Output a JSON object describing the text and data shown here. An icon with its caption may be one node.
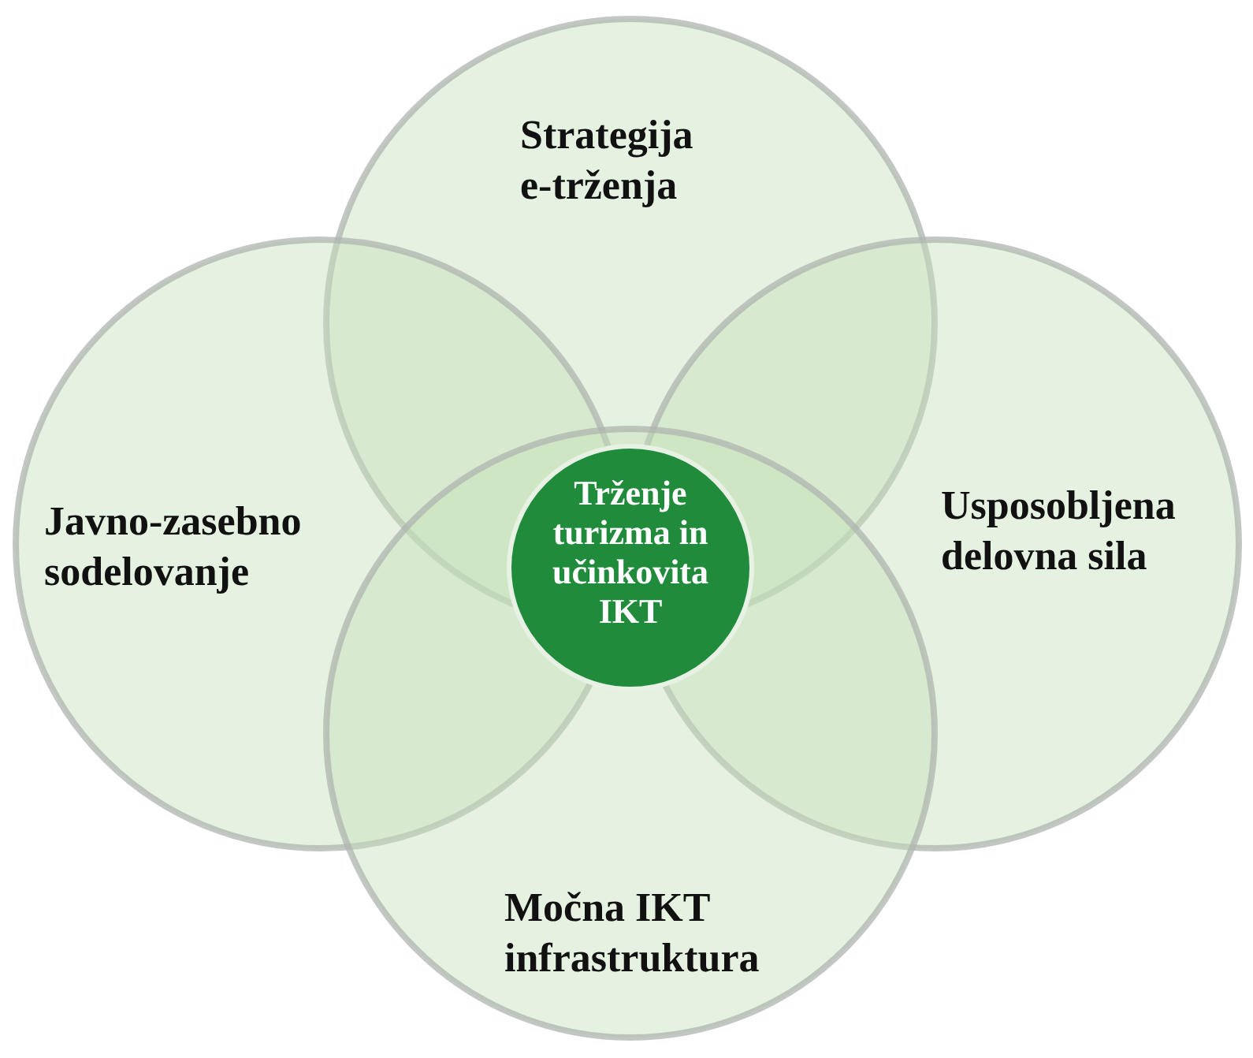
{
  "diagram": {
    "nodes": [
      {
        "text": [
          "Strategija e-trženja"
        ]
      },
      {
        "text": [
          "Javno-zasebno sodelovanje"
        ]
      },
      {
        "text": [
          "Usposobljena delovna sila"
        ]
      },
      {
        "text": [
          "Močna IKT infrastruktura"
        ]
      },
      {
        "text": [
          "Trženje turizma in učinkovita IKT"
        ]
      }
    ]
  }
}
